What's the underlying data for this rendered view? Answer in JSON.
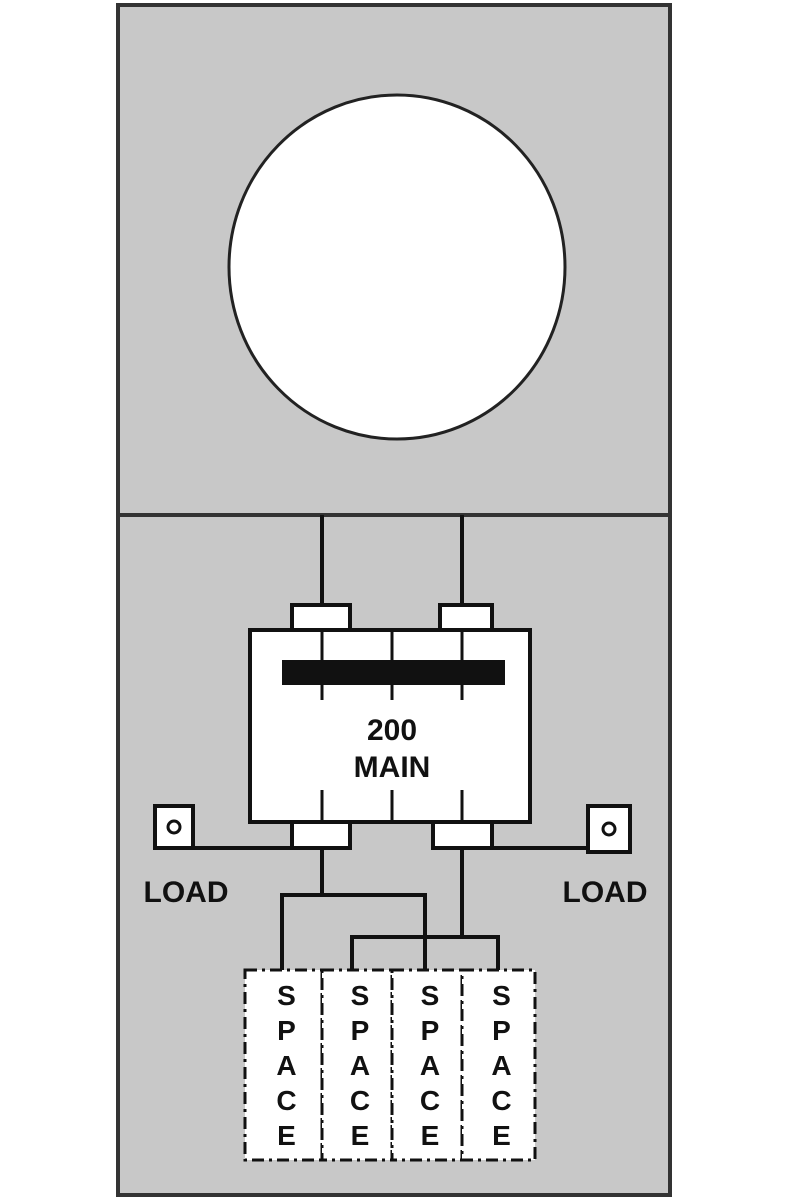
{
  "breaker": {
    "rating": "200",
    "label": "MAIN"
  },
  "loads": [
    {
      "label": "LOAD"
    },
    {
      "label": "LOAD"
    }
  ],
  "spaces": [
    {
      "letters": [
        "S",
        "P",
        "A",
        "C",
        "E"
      ]
    },
    {
      "letters": [
        "S",
        "P",
        "A",
        "C",
        "E"
      ]
    },
    {
      "letters": [
        "S",
        "P",
        "A",
        "C",
        "E"
      ]
    },
    {
      "letters": [
        "S",
        "P",
        "A",
        "C",
        "E"
      ]
    }
  ],
  "colors": {
    "panel": "#c8c8c8",
    "line": "#111111",
    "fill": "#ffffff"
  }
}
